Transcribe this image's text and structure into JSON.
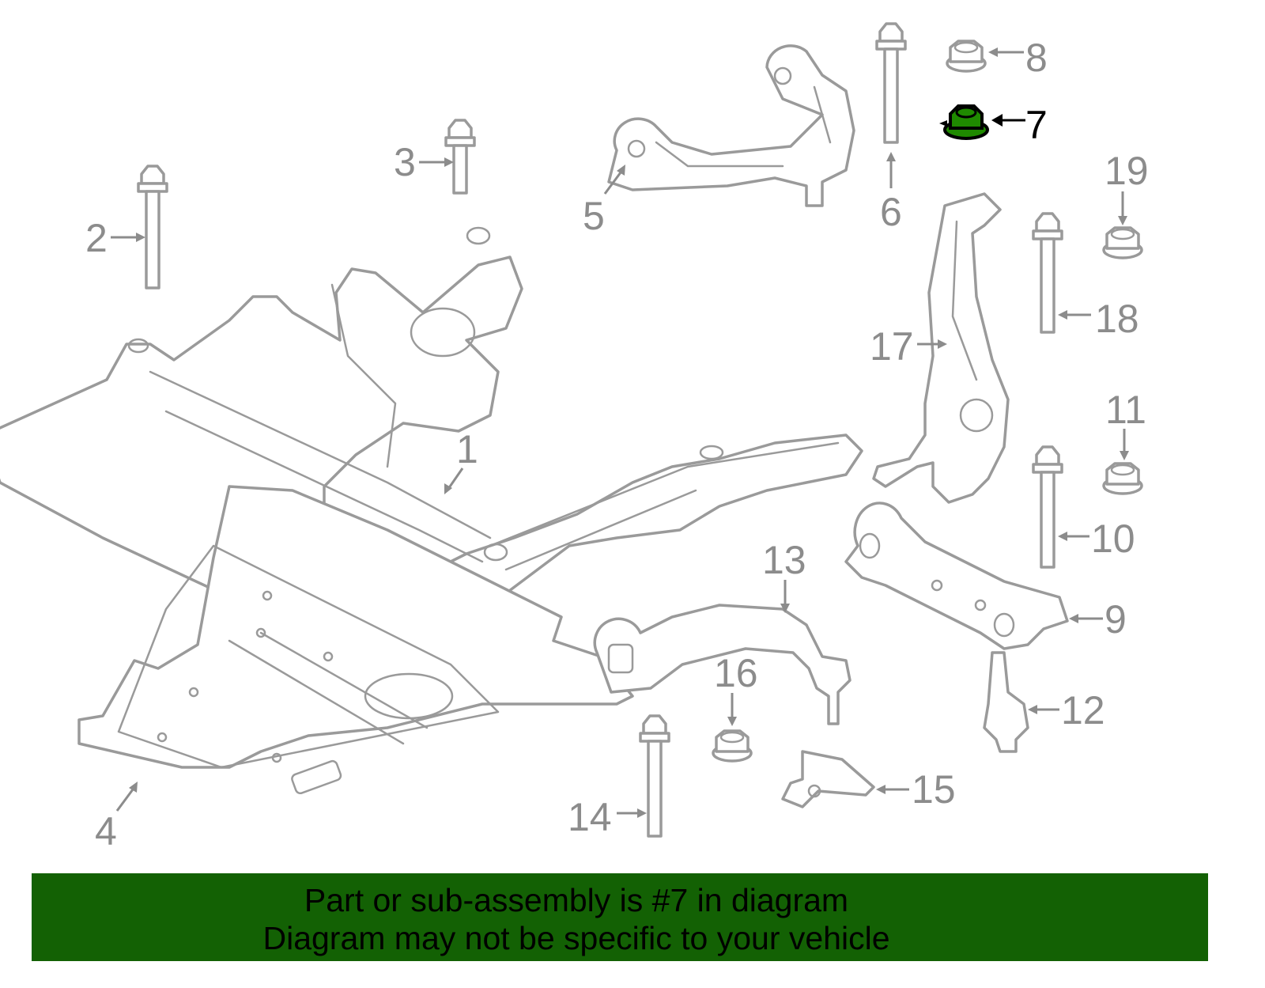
{
  "diagram": {
    "highlight_color": "#1f8a00",
    "highlighted_part": "7",
    "callouts": [
      "1",
      "2",
      "3",
      "4",
      "5",
      "6",
      "7",
      "8",
      "9",
      "10",
      "11",
      "12",
      "13",
      "14",
      "15",
      "16",
      "17",
      "18",
      "19"
    ]
  },
  "banner": {
    "background": "#136104",
    "line1": "Part or sub-assembly is #7 in diagram",
    "line2": "Diagram may not be specific to your vehicle"
  }
}
